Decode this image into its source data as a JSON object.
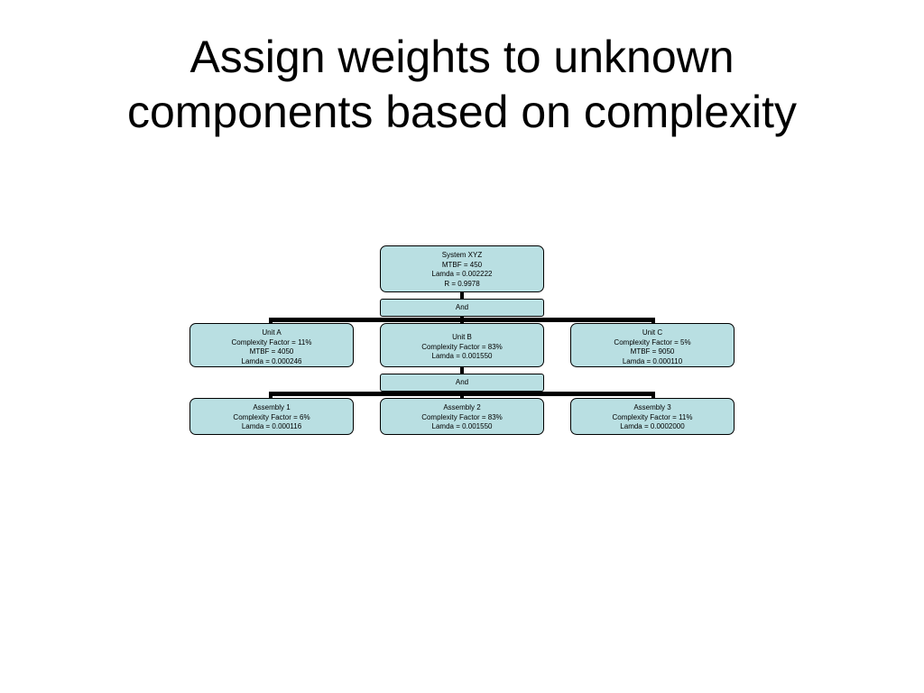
{
  "title": {
    "line1": "Assign weights to unknown",
    "line2": "components based on complexity"
  },
  "colors": {
    "node_fill": "#b9dfe2",
    "stroke": "#000000"
  },
  "diagram": {
    "system": {
      "lines": [
        "System XYZ",
        "MTBF = 450",
        "Lamda = 0.002222",
        "R = 0.9978"
      ]
    },
    "gate1": {
      "label": "And"
    },
    "unit_a": {
      "lines": [
        "Unit A",
        "Complexity Factor = 11%",
        "MTBF = 4050",
        "Lamda = 0.000246"
      ]
    },
    "unit_b": {
      "lines": [
        "Unit B",
        "Complexity Factor = 83%",
        "Lamda = 0.001550"
      ]
    },
    "unit_c": {
      "lines": [
        "Unit C",
        "Complexity Factor = 5%",
        "MTBF = 9050",
        "Lamda = 0.000110"
      ]
    },
    "gate2": {
      "label": "And"
    },
    "assembly_1": {
      "lines": [
        "Assembly 1",
        "Complexity Factor = 6%",
        "Lamda = 0.000116"
      ]
    },
    "assembly_2": {
      "lines": [
        "Assembly 2",
        "Complexity Factor = 83%",
        "Lamda = 0.001550"
      ]
    },
    "assembly_3": {
      "lines": [
        "Assembly 3",
        "Complexity Factor = 11%",
        "Lamda = 0.0002000"
      ]
    }
  }
}
